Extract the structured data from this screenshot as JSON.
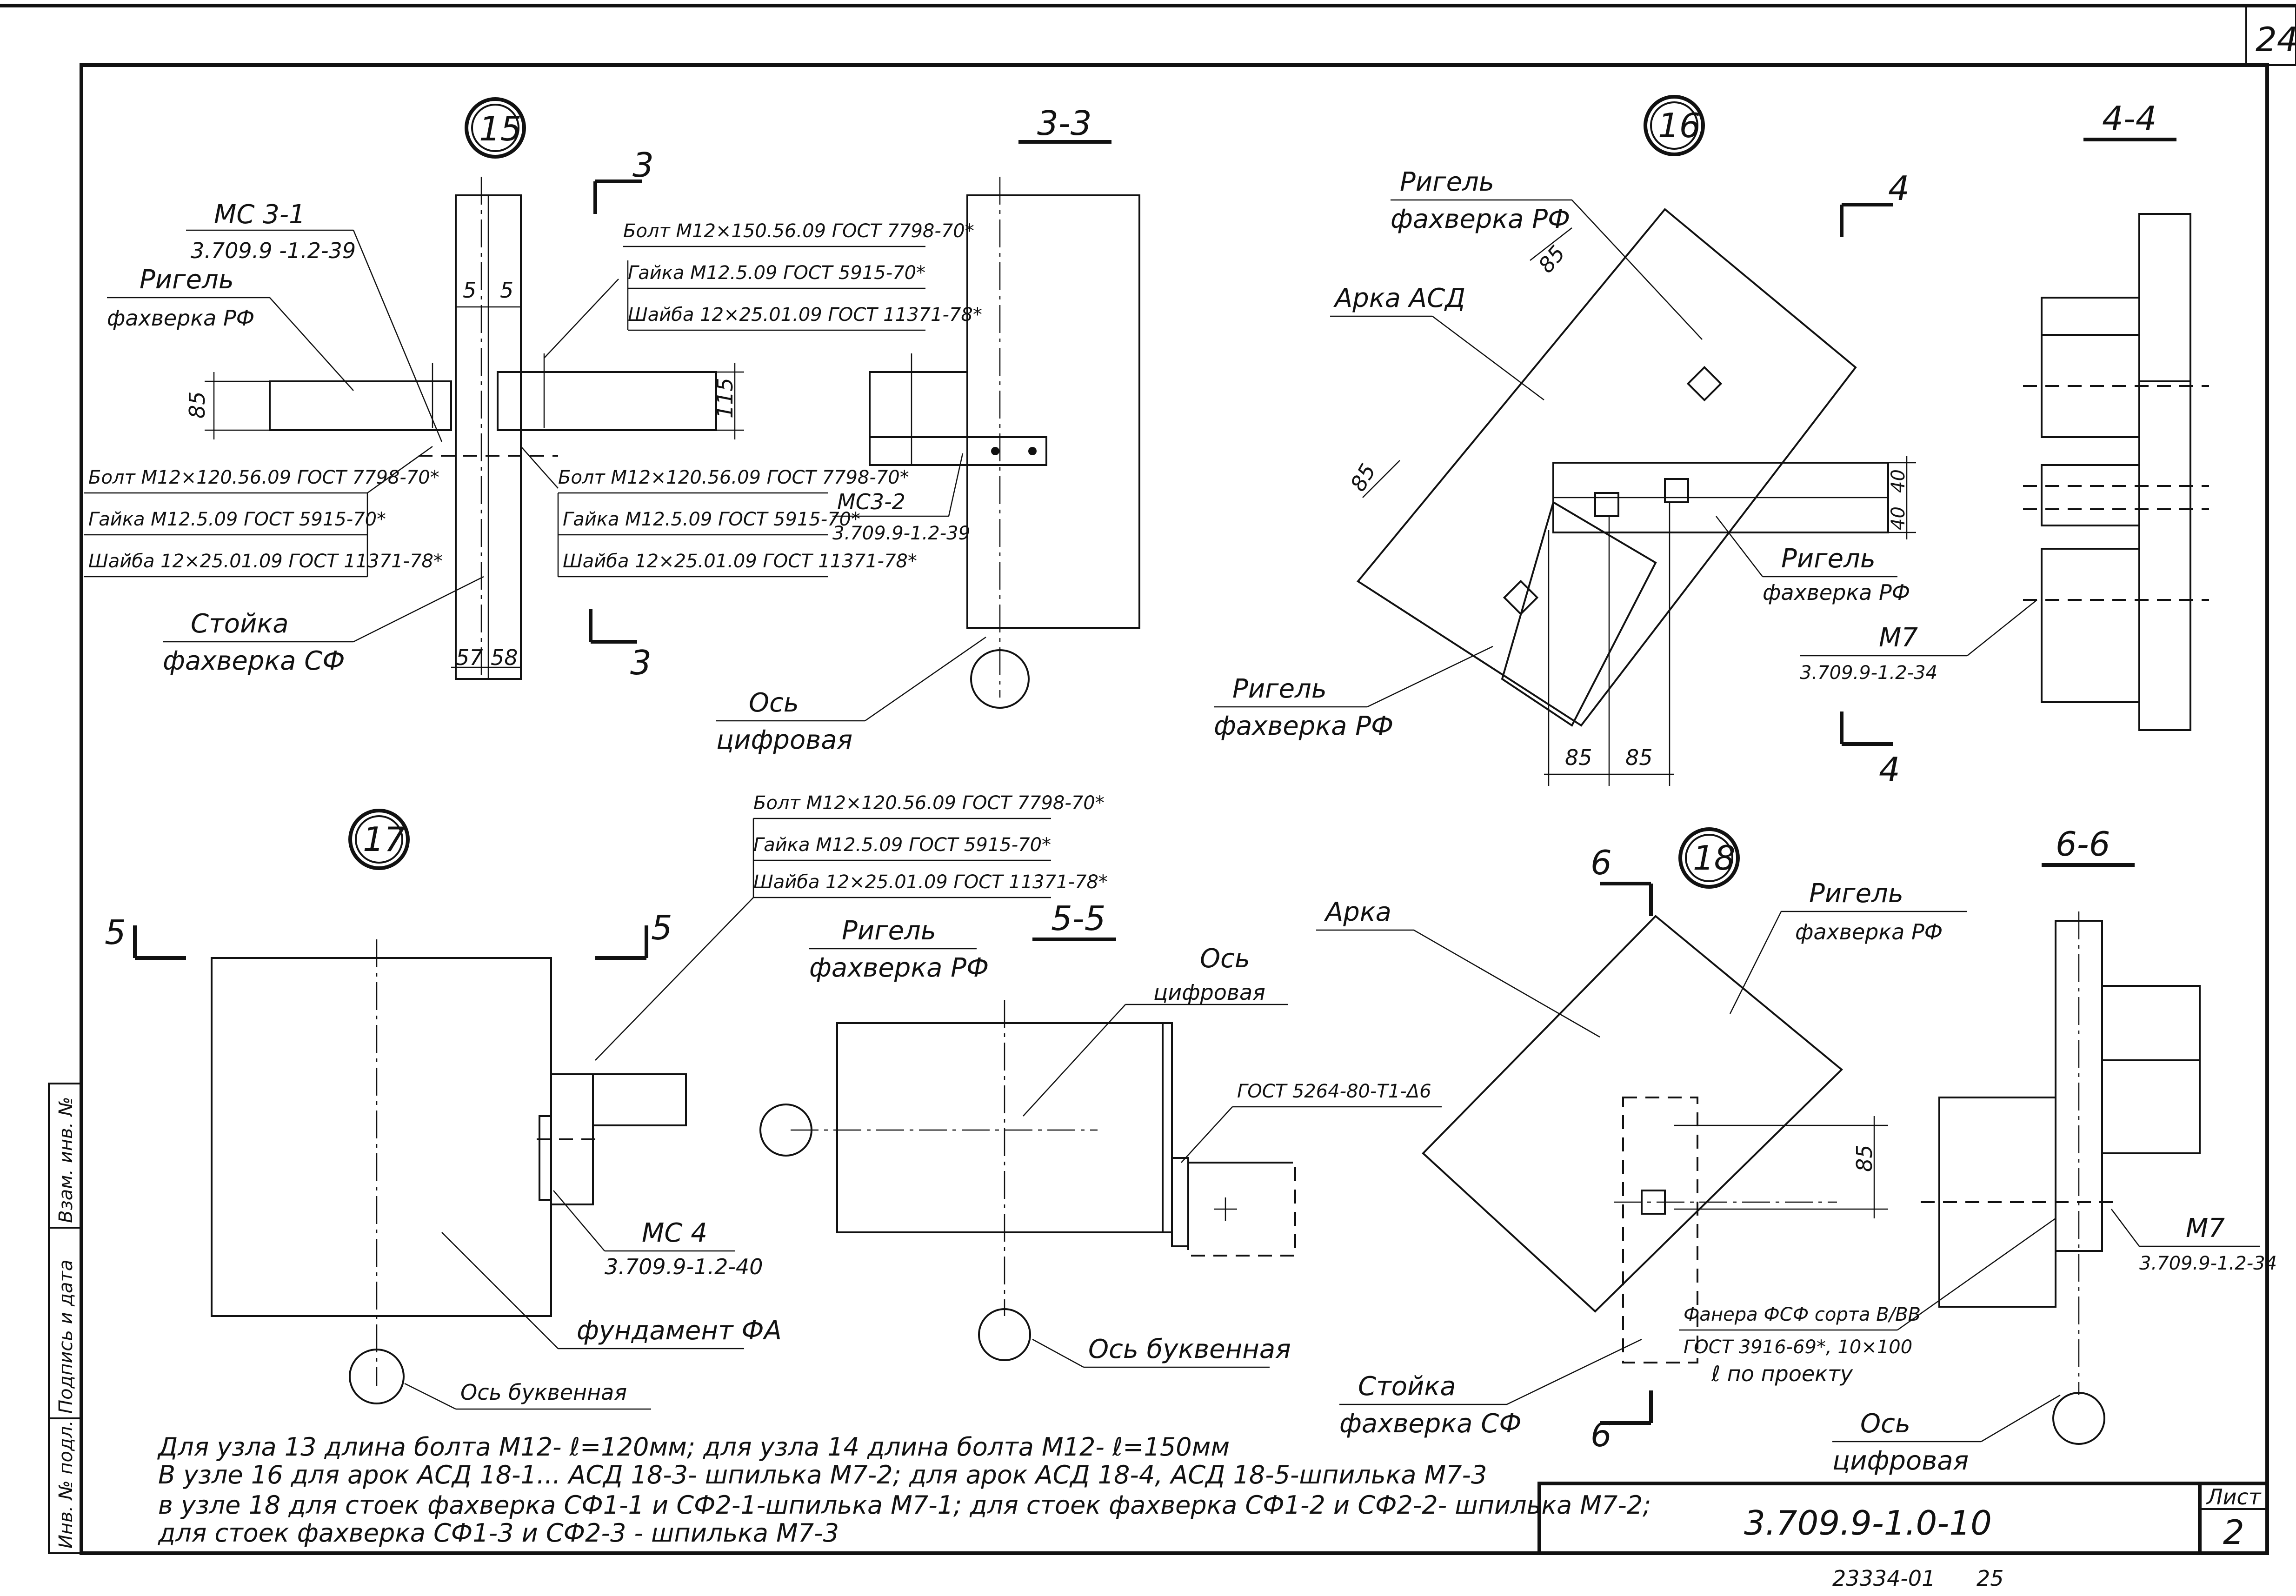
{
  "sheet_corner_number": "24",
  "title_block": {
    "sheet_label": "Лист",
    "sheet_number": "2",
    "designation": "3.709.9-1.0-10",
    "inventory": "23334-01",
    "format_number": "25"
  },
  "side_stamp": {
    "inv_podl": "Инв. № подл.",
    "signature_date": "Подпись и дата",
    "vzam_inv": "Взам. инв. №"
  },
  "node15": {
    "id": "15",
    "ms": "МС 3-1",
    "ms_ref": "3.709.9 -1.2-39",
    "rigel": "Ригель",
    "rigel2": "фахверка РФ",
    "bolt_top": "Болт М12×150.56.09 ГОСТ 7798-70*",
    "nut_top": "Гайка М12.5.09 ГОСТ 5915-70*",
    "washer_top": "Шайба 12×25.01.09 ГОСТ 11371-78*",
    "bolt_left": "Болт М12×120.56.09 ГОСТ 7798-70*",
    "nut_left": "Гайка М12.5.09 ГОСТ 5915-70*",
    "washer_left": "Шайба 12×25.01.09 ГОСТ 11371-78*",
    "bolt_right": "Болт М12×120.56.09 ГОСТ 7798-70*",
    "nut_right": "Гайка М12.5.09 ГОСТ 5915-70*",
    "washer_right": "Шайба 12×25.01.09 ГОСТ 11371-78*",
    "stoika": "Стойка",
    "stoika2": "фахверка СФ",
    "dim_85": "85",
    "dim_115": "115",
    "dim_5a": "5",
    "dim_5b": "5",
    "dim_57": "57",
    "dim_58": "58",
    "cut": "3"
  },
  "section33": {
    "title": "3-3",
    "ms": "МС3-2",
    "ms_ref": "3.709.9-1.2-39",
    "axis": "Ось",
    "axis2": "цифровая"
  },
  "node16": {
    "id": "16",
    "rigel_top": "Ригель",
    "rigel_top2": "фахверка РФ",
    "arka": "Арка АСД",
    "rigel_right": "Ригель",
    "rigel_right2": "фахверка РФ",
    "rigel_bottom": "Ригель",
    "rigel_bottom2": "фахверка РФ",
    "dim_85a": "85",
    "dim_85b": "85",
    "dim_85c": "85",
    "dim_85d": "85",
    "dim_40a": "40",
    "dim_40b": "40",
    "cut": "4"
  },
  "section44": {
    "title": "4-4",
    "m7": "М7",
    "m7_ref": "3.709.9-1.2-34"
  },
  "node17": {
    "id": "17",
    "bolt": "Болт М12×120.56.09 ГОСТ 7798-70*",
    "nut": "Гайка М12.5.09 ГОСТ 5915-70*",
    "washer": "Шайба 12×25.01.09 ГОСТ 11371-78*",
    "ms": "МС 4",
    "ms_ref": "3.709.9-1.2-40",
    "fund": "фундамент ФА",
    "axis": "Ось буквенная",
    "cut": "5"
  },
  "section55": {
    "title": "5-5",
    "rigel": "Ригель",
    "rigel2": "фахверка РФ",
    "axis_dig": "Ось",
    "axis_dig2": "цифровая",
    "gost": "ГОСТ 5264-80-Т1-Δ6",
    "axis_let": "Ось буквенная"
  },
  "node18": {
    "id": "18",
    "arka": "Арка",
    "rigel": "Ригель",
    "rigel2": "фахверка РФ",
    "dim_85": "85",
    "fanera": "Фанера ФСФ сорта В/ВВ",
    "fanera2": "ГОСТ 3916-69*, 10×100",
    "fanera3": "ℓ по проекту",
    "stoika": "Стойка",
    "stoika2": "фахверка СФ",
    "cut": "6"
  },
  "section66": {
    "title": "6-6",
    "m7": "М7",
    "m7_ref": "3.709.9-1.2-34",
    "axis": "Ось",
    "axis2": "цифровая"
  },
  "notes": [
    "Для узла 13 длина болта М12- ℓ=120мм; для узла 14 длина болта М12- ℓ=150мм",
    "В узле 16 для арок АСД 18-1... АСД 18-3- шпилька М7-2; для арок АСД 18-4, АСД 18-5-шпилька М7-3",
    "в узле 18 для стоек фахверка СФ1-1 и СФ2-1-шпилька М7-1; для стоек фахверка СФ1-2 и СФ2-2- шпилька М7-2;",
    "для стоек фахверка СФ1-3 и СФ2-3 - шпилька М7-3"
  ]
}
